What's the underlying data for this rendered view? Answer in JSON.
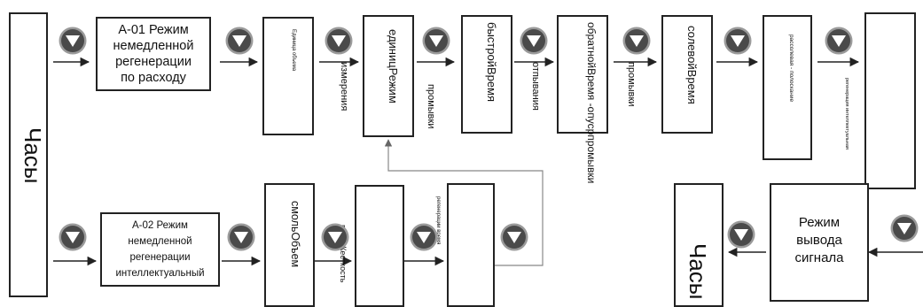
{
  "left_column_label": "Часы",
  "right_column_label": "Часы",
  "modes": {
    "a01": "А-01 Режим\nнемедленной\nрегенерации\nпо расходу",
    "a02": "А-02 Режим\nнемедленной\nрегенерации\nинтеллектуальный",
    "output": "Режим\nвывода\nсигнала"
  },
  "top_row": {
    "box2_text": "Единица объема",
    "box3_label": "единицРежим",
    "box3_side": "измерения",
    "box4_label": "быстройВремя",
    "box4_side": "промывки",
    "box5_label": "обратнойВремя\n-опусрпромывки",
    "box5_side": "отпывания",
    "box6_label": "солевойВремя",
    "box6_side": "промывки",
    "box7_text": "рассолевая - полоскание",
    "box8_side": "регенерация интеллектуальная"
  },
  "bottom_row": {
    "box1_label": "смольОбъем",
    "box2_side": "водыЖесткость",
    "box3_side": "регенерации время"
  },
  "colors": {
    "icon_fill": "#4a4a4a",
    "icon_ring": "#9a9a9a",
    "line": "#222222",
    "feedback": "#888888"
  }
}
